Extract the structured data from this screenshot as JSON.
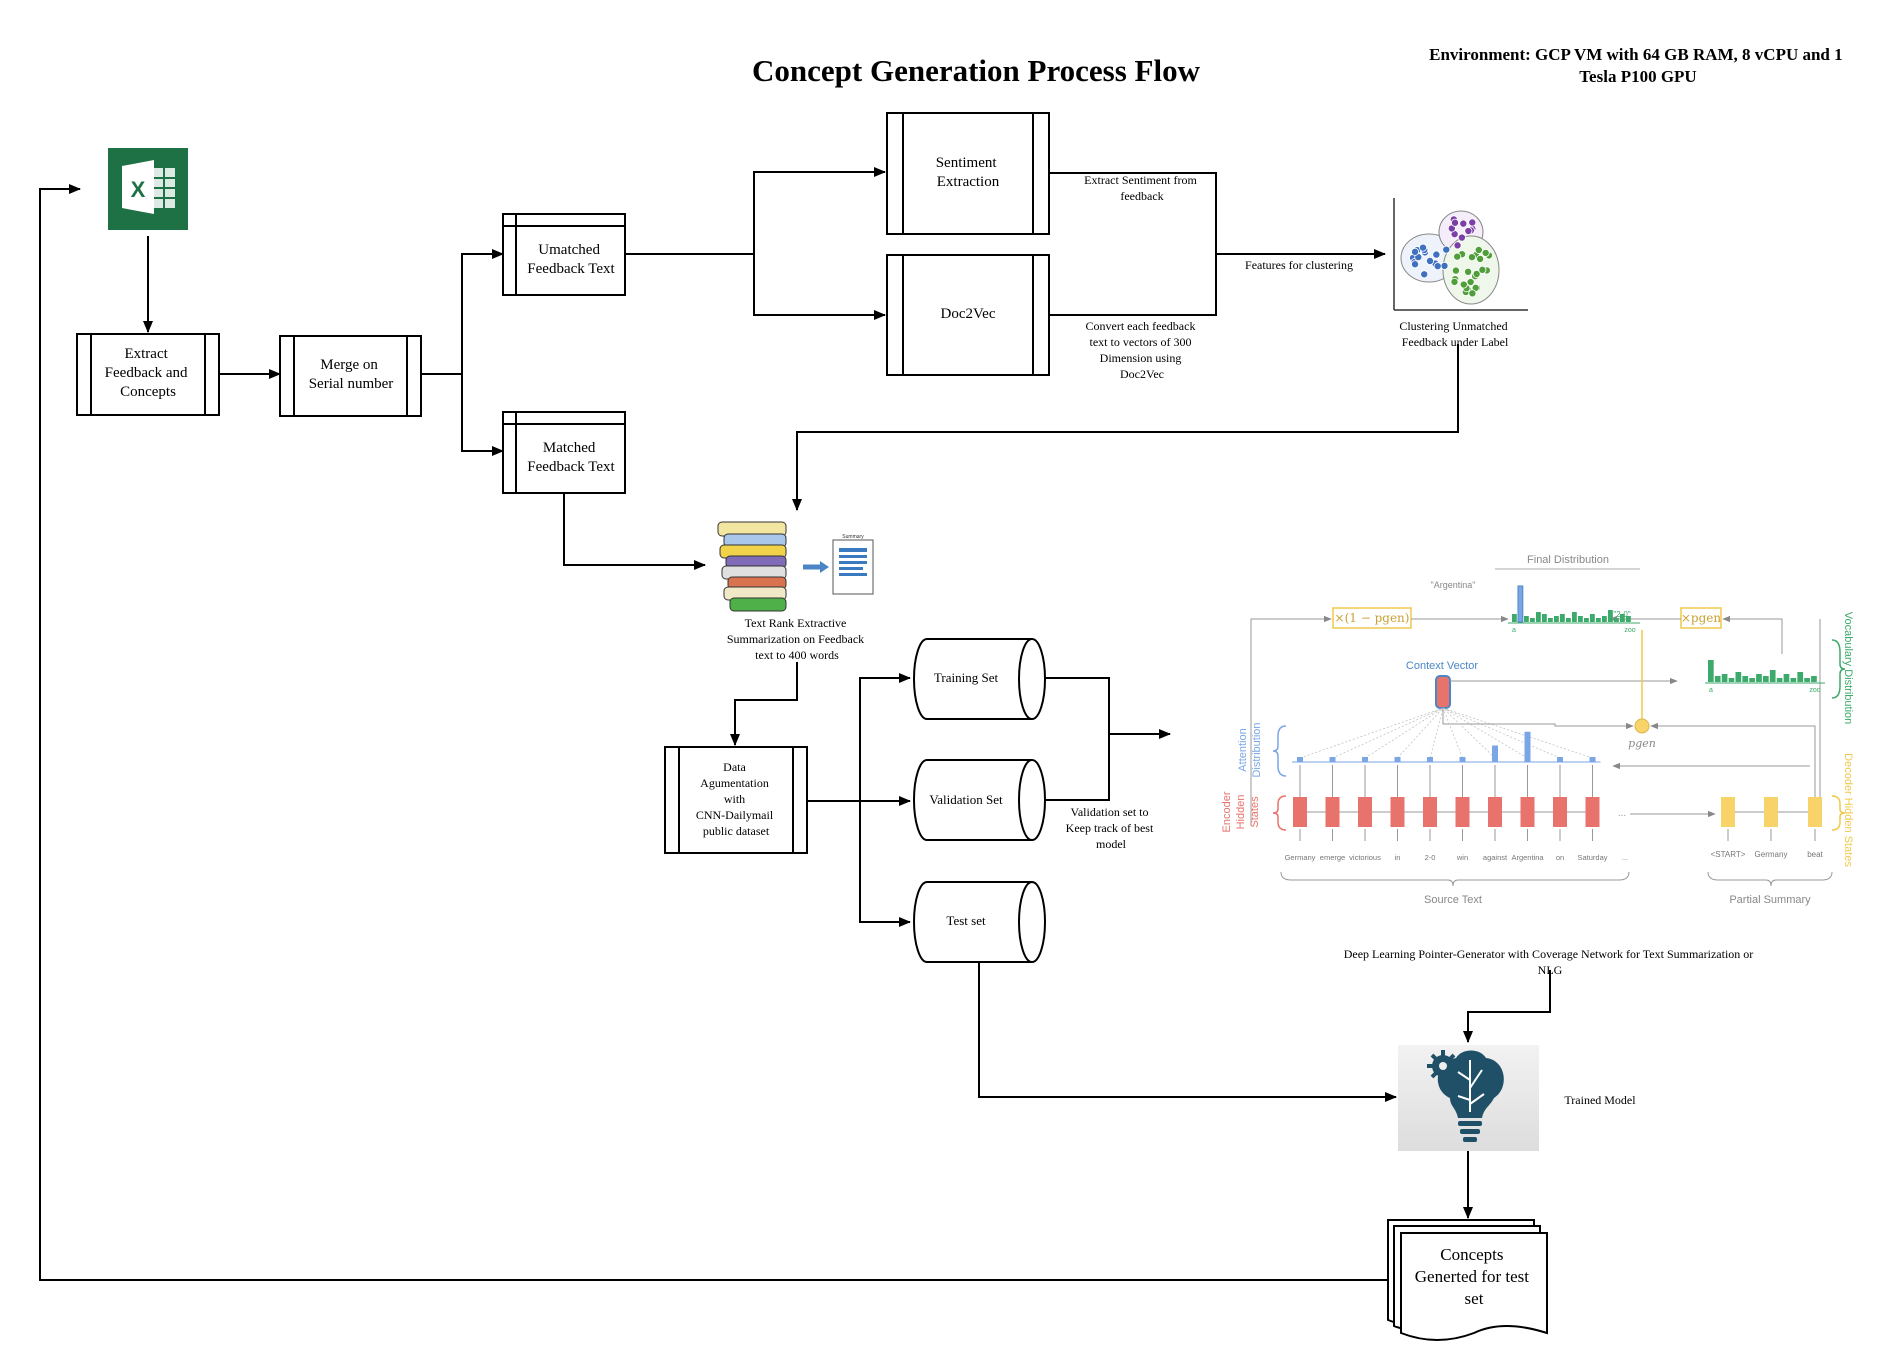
{
  "title": "Concept Generation Process Flow",
  "environment": [
    "Environment: GCP VM with 64 GB RAM, 8 vCPU and 1",
    "Tesla P100 GPU"
  ],
  "icons": {
    "excel": "excel-icon",
    "clustering": "clustering-scatter-icon",
    "summarization": "book-stack-summary-icon",
    "brain": "ai-brain-bulb-icon",
    "network": "pointer-generator-network-figure"
  },
  "nodes": {
    "extract": [
      "Extract",
      "Feedback and",
      "Concepts"
    ],
    "merge": [
      "Merge on",
      "Serial number"
    ],
    "unmatched": [
      "Umatched",
      "Feedback Text"
    ],
    "matched": [
      "Matched",
      "Feedback Text"
    ],
    "sentiment": [
      "Sentiment",
      "Extraction"
    ],
    "doc2vec": "Doc2Vec",
    "cluster_label": [
      "Clustering Unmatched",
      "Feedback under Label"
    ],
    "summarize_label": [
      "Text Rank Extractive",
      "Summarization on Feedback",
      "text to 400 words"
    ],
    "summary_doc_heading": "Summary",
    "augment": [
      "Data",
      "Agumentation",
      "with",
      "CNN-Dailymail",
      "public dataset"
    ],
    "training": "Training Set",
    "validation": "Validation Set",
    "test": "Test set",
    "trained_model": "Trained Model",
    "concepts": [
      "Concepts",
      "Generted for test",
      "set"
    ]
  },
  "edge_labels": {
    "sentiment_note": [
      "Extract Sentiment from",
      "feedback"
    ],
    "doc2vec_note": [
      "Convert each feedback",
      "text to vectors of 300",
      "Dimension using",
      "Doc2Vec"
    ],
    "features": "Features for clustering",
    "validation_note": [
      "Validation set to",
      "Keep track of best",
      "model"
    ],
    "network_caption": [
      "Deep Learning Pointer-Generator with Coverage Network for Text Summarization or",
      "NLG"
    ]
  },
  "network": {
    "final_distribution": "Final Distribution",
    "argentina_quote": "\"Argentina\"",
    "two_zero": "\"2-0\"",
    "one_minus_pgen": "×(1 − pgen)",
    "times_pgen": "×pgen",
    "context_vector": "Context Vector",
    "pgen": "pgen",
    "vocabulary_distribution": "Vocabulary Distribution",
    "attention_distribution": [
      "Attention",
      "Distribution"
    ],
    "encoder_hidden_states": [
      "Encoder",
      "Hidden",
      "States"
    ],
    "decoder_hidden_states": "Decoder Hidden States",
    "source_words": [
      "Germany",
      "emerge",
      "victorious",
      "in",
      "2-0",
      "win",
      "against",
      "Argentina",
      "on",
      "Saturday",
      "..."
    ],
    "summary_words": [
      "<START>",
      "Germany",
      "beat"
    ],
    "source_text": "Source Text",
    "partial_summary": "Partial Summary",
    "zoo": "zoo",
    "a": "a",
    "ellipsis": "...",
    "attention_values": [
      0.05,
      0.05,
      0.05,
      0.05,
      0.05,
      0.05,
      0.3,
      0.55,
      0.05,
      0.05
    ],
    "final_dist_values": [
      0.2,
      0.9,
      0.15,
      0.1,
      0.25,
      0.2,
      0.1,
      0.15,
      0.2,
      0.1,
      0.25,
      0.15,
      0.1,
      0.2,
      0.1,
      0.15,
      0.3,
      0.1,
      0.2,
      0.15
    ],
    "vocab_dist_values": [
      0.55,
      0.15,
      0.2,
      0.1,
      0.25,
      0.15,
      0.1,
      0.2,
      0.15,
      0.3,
      0.1,
      0.2,
      0.1,
      0.25,
      0.1,
      0.15
    ]
  },
  "colors": {
    "encoder": "#e8736c",
    "attention": "#7aa6e6",
    "decoder": "#f7d36a",
    "vocab": "#3caa6a",
    "gray": "#999999",
    "excel": "#1e7145",
    "brain": "#1f5068"
  }
}
